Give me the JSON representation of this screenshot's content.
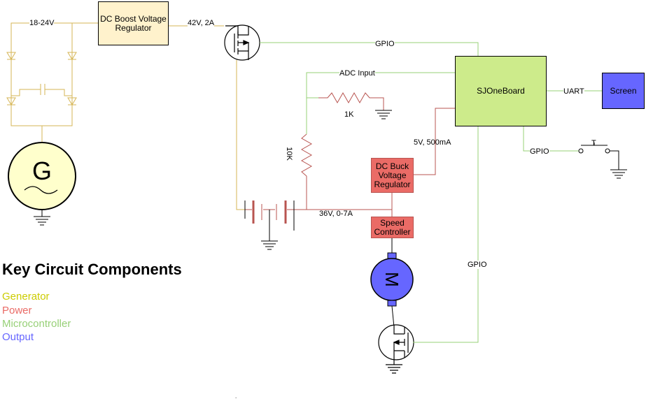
{
  "components": {
    "boost_regulator": "DC Boost Voltage Regulator",
    "buck_regulator": "DC Buck Voltage Regulator",
    "speed_controller": "Speed Controller",
    "board": "SJOneBoard",
    "screen": "Screen",
    "generator_symbol": "G",
    "motor_symbol": "M"
  },
  "labels": {
    "gen_voltage": "18-24V",
    "boost_output": "42V, 2A",
    "gpio_top": "GPIO",
    "adc_input": "ADC Input",
    "resistor_1k": "1K",
    "resistor_10k": "10K",
    "buck_output": "5V, 500mA",
    "battery": "36V, 0-7A",
    "uart": "UART",
    "gpio_switch": "GPIO",
    "switch_label": "T",
    "gpio_motor": "GPIO"
  },
  "legend": {
    "title": "Key Circuit Components",
    "items": [
      {
        "label": "Generator",
        "color": "#cccc00"
      },
      {
        "label": "Power",
        "color": "#ea6b66"
      },
      {
        "label": "Microcontroller",
        "color": "#97d077"
      },
      {
        "label": "Output",
        "color": "#6666ff"
      }
    ]
  },
  "colors": {
    "generator": "#d6b656",
    "power": "#ea6b66",
    "micro": "#97d077",
    "output": "#6666ff"
  }
}
